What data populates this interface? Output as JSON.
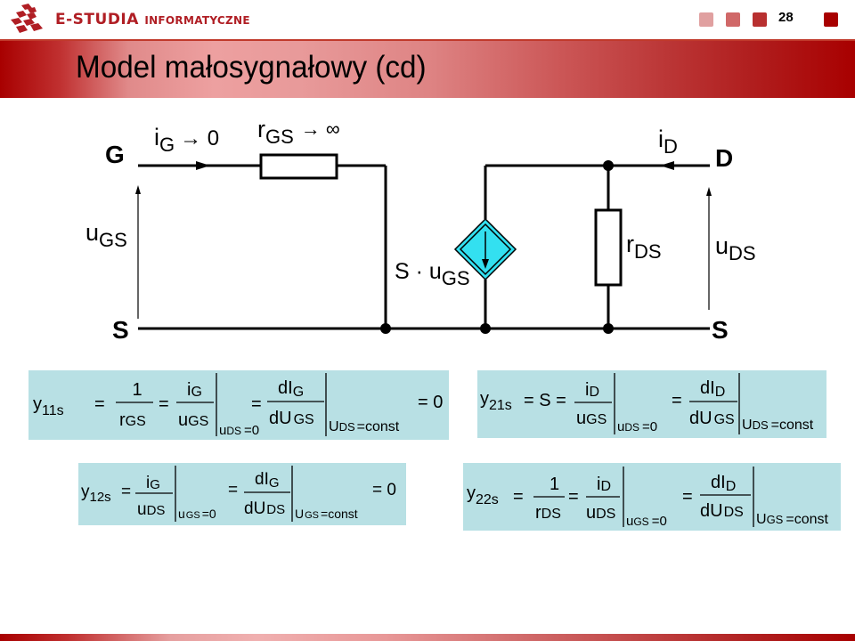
{
  "header": {
    "brand_main": "E-STUDIA",
    "brand_sub": "INFORMATYCZNE",
    "logo_icon": "checkered-tiles-logo-icon",
    "page_number": "28",
    "nav_squares": [
      "#e0a0a0",
      "#d06868",
      "#b83030",
      "#a80000"
    ]
  },
  "title": "Model małosygnałowy (cd)",
  "circuit": {
    "terminal_gate": "G",
    "terminal_drain": "D",
    "terminal_source_left": "S",
    "terminal_source_right": "S",
    "ig_label": "i",
    "ig_sub": "G",
    "ig_limit": "→ 0",
    "rgs_label": "r",
    "rgs_sub": "GS",
    "rgs_limit": "→ ∞",
    "id_label": "i",
    "id_sub": "D",
    "ugs_label": "u",
    "ugs_sub": "GS",
    "uds_label": "u",
    "uds_sub": "DS",
    "rds_label": "r",
    "rds_sub": "DS",
    "source_label": "S · u",
    "source_sub": "GS",
    "source_color": "#33e0f0"
  },
  "equations": {
    "y11": {
      "lhs": "y",
      "lhs_sub": "11s",
      "f1_num": "1",
      "f1_den": "r",
      "f1_den_sub": "GS",
      "f2_num": "i",
      "f2_num_sub": "G",
      "f2_den": "u",
      "f2_den_sub": "GS",
      "cond1": "u",
      "cond1_sub": "DS",
      "cond1_val": "=0",
      "f3_num": "dI",
      "f3_num_sub": "G",
      "f3_den": "dU",
      "f3_den_sub": "GS",
      "cond2": "U",
      "cond2_sub": "DS",
      "cond2_val": "=const",
      "result": "= 0"
    },
    "y21": {
      "lhs": "y",
      "lhs_sub": "21s",
      "mid": "= S =",
      "f2_num": "i",
      "f2_num_sub": "D",
      "f2_den": "u",
      "f2_den_sub": "GS",
      "cond1": "u",
      "cond1_sub": "DS",
      "cond1_val": "=0",
      "f3_num": "dI",
      "f3_num_sub": "D",
      "f3_den": "dU",
      "f3_den_sub": "GS",
      "cond2": "U",
      "cond2_sub": "DS",
      "cond2_val": "=const"
    },
    "y12": {
      "lhs": "y",
      "lhs_sub": "12s",
      "f2_num": "i",
      "f2_num_sub": "G",
      "f2_den": "u",
      "f2_den_sub": "DS",
      "cond1": "u",
      "cond1_sub": "GS",
      "cond1_val": "=0",
      "f3_num": "dI",
      "f3_num_sub": "G",
      "f3_den": "dU",
      "f3_den_sub": "DS",
      "cond2": "U",
      "cond2_sub": "GS",
      "cond2_val": "=const",
      "result": "= 0"
    },
    "y22": {
      "lhs": "y",
      "lhs_sub": "22s",
      "f1_num": "1",
      "f1_den": "r",
      "f1_den_sub": "DS",
      "f2_num": "i",
      "f2_num_sub": "D",
      "f2_den": "u",
      "f2_den_sub": "DS",
      "cond1": "u",
      "cond1_sub": "GS",
      "cond1_val": "=0",
      "f3_num": "dI",
      "f3_num_sub": "D",
      "f3_den": "dU",
      "f3_den_sub": "DS",
      "cond2": "U",
      "cond2_sub": "GS",
      "cond2_val": "=const"
    }
  }
}
